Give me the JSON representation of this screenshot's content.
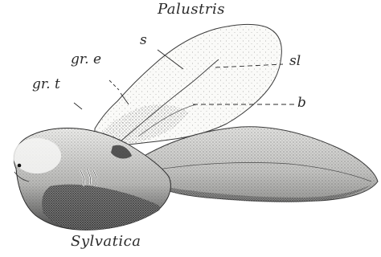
{
  "labels": {
    "top_title": "Palustris",
    "bottom_title": "Sylvatica",
    "s": "s",
    "sl": "sl",
    "gr_e": "gr. e",
    "gr_t": "gr. t",
    "b": "b"
  },
  "colors": {
    "ink": "#2a2a2a",
    "dark_shade": "#3a3a3a",
    "mid_shade": "#8a8a8a",
    "light_fill": "#f4f4f2"
  }
}
